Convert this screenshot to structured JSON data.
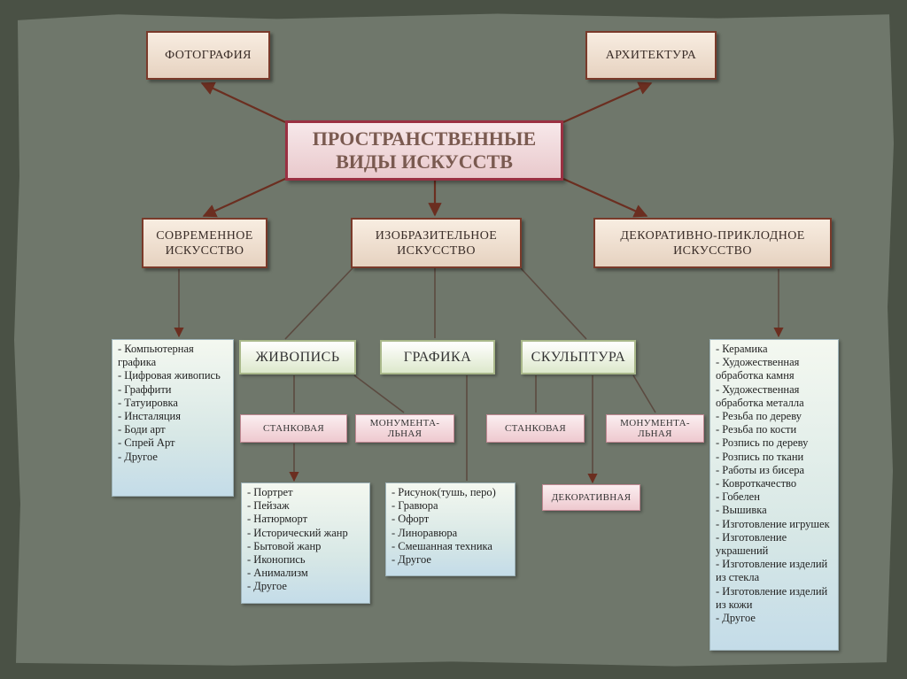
{
  "center": "ПРОСТРАНСТВЕННЫЕ ВИДЫ ИСКУССТВ",
  "top": {
    "photo": "ФОТОГРАФИЯ",
    "architecture": "АРХИТЕКТУРА"
  },
  "level1": {
    "modern": "СОВРЕМЕННОЕ ИСКУССТВО",
    "fine": "ИЗОБРАЗИТЕЛЬНОЕ ИСКУССТВО",
    "decorative": "ДЕКОРАТИВНО-ПРИКЛОДНОЕ ИСКУССТВО"
  },
  "fine_kinds": {
    "painting": "ЖИВОПИСЬ",
    "graphics": "ГРАФИКА",
    "sculpture": "СКУЛЬПТУРА"
  },
  "sub": {
    "painting_easel": "СТАНКОВАЯ",
    "painting_monumental": "МОНУМЕНТА-ЛЬНАЯ",
    "sculpture_easel": "СТАНКОВАЯ",
    "sculpture_monumental": "МОНУМЕНТА-ЛЬНАЯ",
    "sculpture_decorative": "ДЕКОРАТИВНАЯ"
  },
  "lists": {
    "modern": [
      "- Компьютерная графика",
      "- Цифровая живопись",
      "- Граффити",
      "- Татуировка",
      "- Инсталяция",
      "- Боди арт",
      "- Спрей Арт",
      "- Другое"
    ],
    "painting": [
      "- Портрет",
      "- Пейзаж",
      "- Натюрморт",
      "- Исторический жанр",
      "- Бытовой жанр",
      "- Иконопись",
      "- Анимализм",
      "- Другое"
    ],
    "graphics": [
      "- Рисунок(тушь, перо)",
      "- Гравюра",
      "- Офорт",
      "- Линоравюра",
      "- Смешанная техника",
      "- Другое"
    ],
    "decorative": [
      "- Керамика",
      "- Художественная обработка камня",
      "- Художественная обработка металла",
      "- Резьба по дереву",
      "- Резьба по кости",
      "- Розпись по дереву",
      "- Розпись по ткани",
      "- Работы из бисера",
      "- Ковроткачество",
      "- Гобелен",
      "- Вышивка",
      "- Изготовление игрушек",
      "- Изготовление украшений",
      "- Изготовление изделий из стекла",
      "- Изготовление изделий из кожи",
      "- Другое"
    ]
  },
  "colors": {
    "background": "#6f776b",
    "arrow": "#6b2e20",
    "center_border": "#9a3042",
    "box_border": "#7a3a2a"
  }
}
